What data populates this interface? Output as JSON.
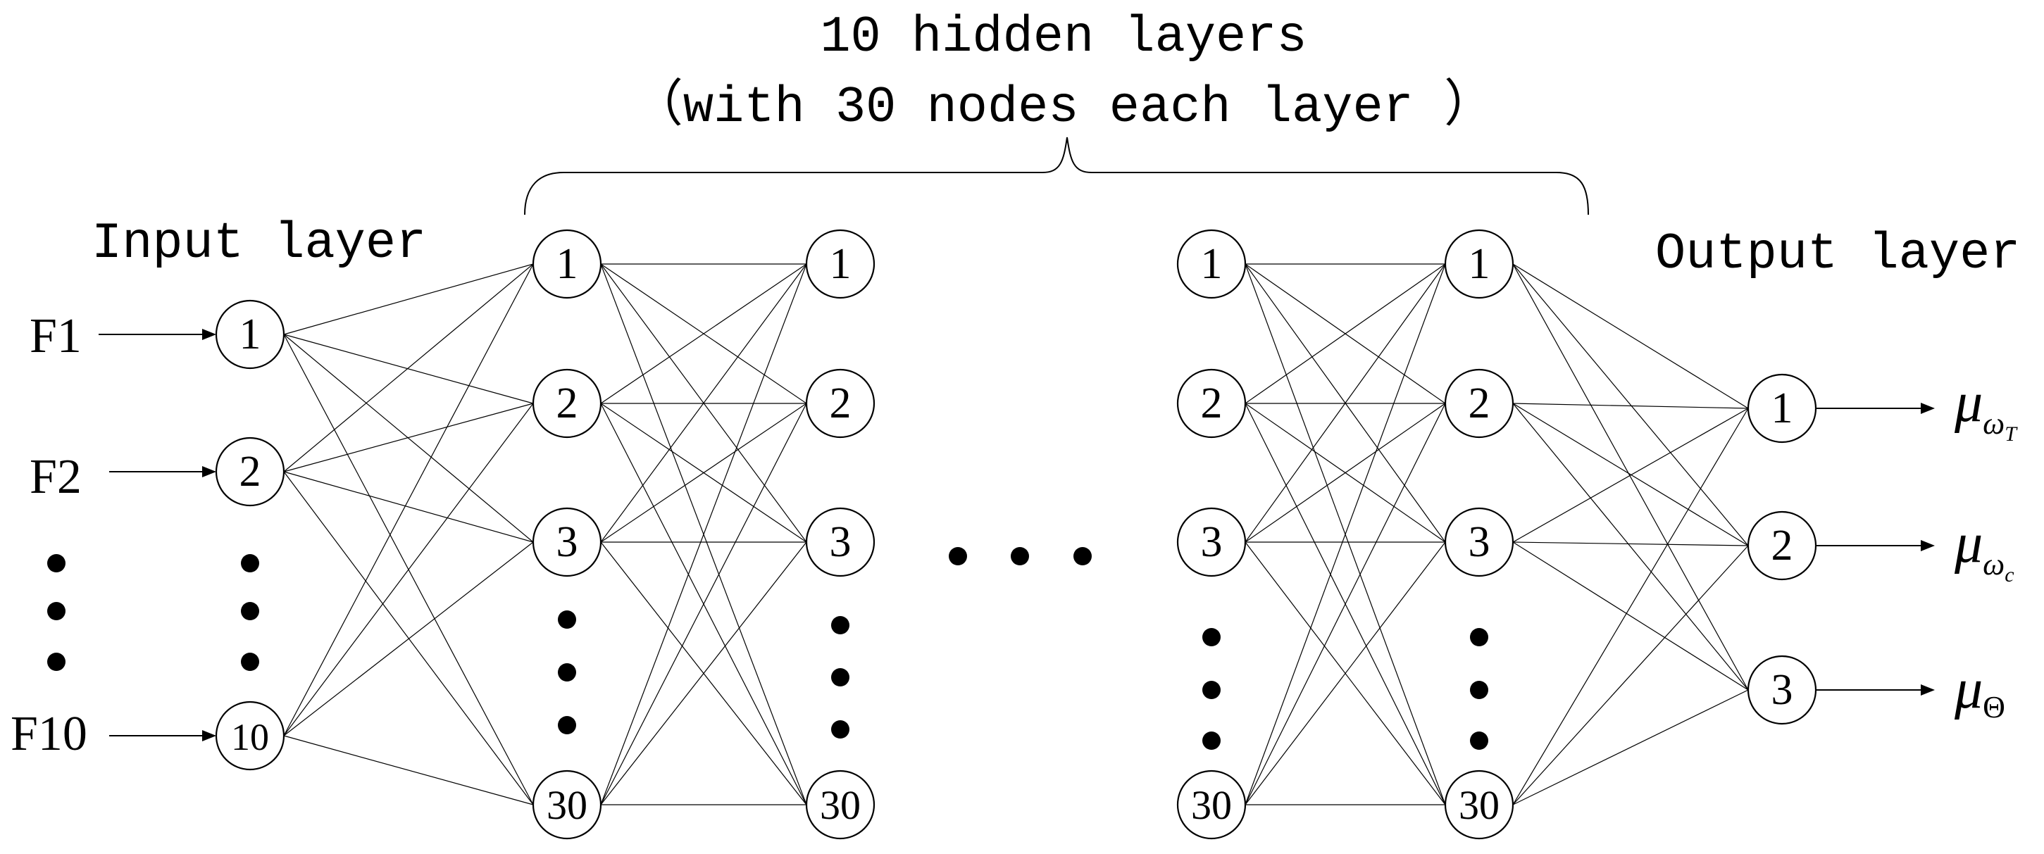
{
  "header": {
    "title_line1": "10 hidden layers",
    "title_line2": "（with 30 nodes each layer ）"
  },
  "labels": {
    "input_layer": "Input layer",
    "output_layer": "Output layer"
  },
  "inputs": {
    "features": [
      "F1",
      "F2",
      "F10"
    ],
    "nodes": [
      "1",
      "2",
      "10"
    ]
  },
  "hidden_layers": {
    "nodes": [
      "1",
      "2",
      "3",
      "30"
    ]
  },
  "outputs": {
    "nodes": [
      "1",
      "2",
      "3"
    ],
    "symbol": "μ",
    "subscripts": [
      "ω",
      "ω",
      "Θ"
    ],
    "sub_subscripts": [
      "T",
      "c",
      ""
    ]
  }
}
